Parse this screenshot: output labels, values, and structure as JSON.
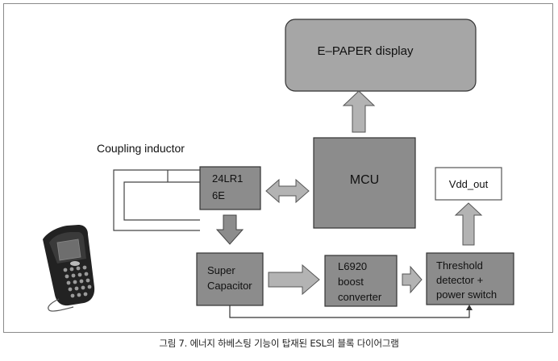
{
  "diagram": {
    "epaper_label": "E–PAPER display",
    "mcu_label": "MCU",
    "vdd_label": "Vdd_out",
    "coupling_label": "Coupling inductor",
    "chip_label": [
      "24LR1",
      "6E"
    ],
    "supercap_label": [
      "Super",
      "Capacitor"
    ],
    "boost_label": [
      "L6920",
      "boost",
      "converter"
    ],
    "threshold_label": [
      "Threshold",
      "detector +",
      "power switch"
    ]
  },
  "caption": "그림 7. 에너지 하베스팅 기능이 탑재된 ESL의 블록 다이어그램"
}
